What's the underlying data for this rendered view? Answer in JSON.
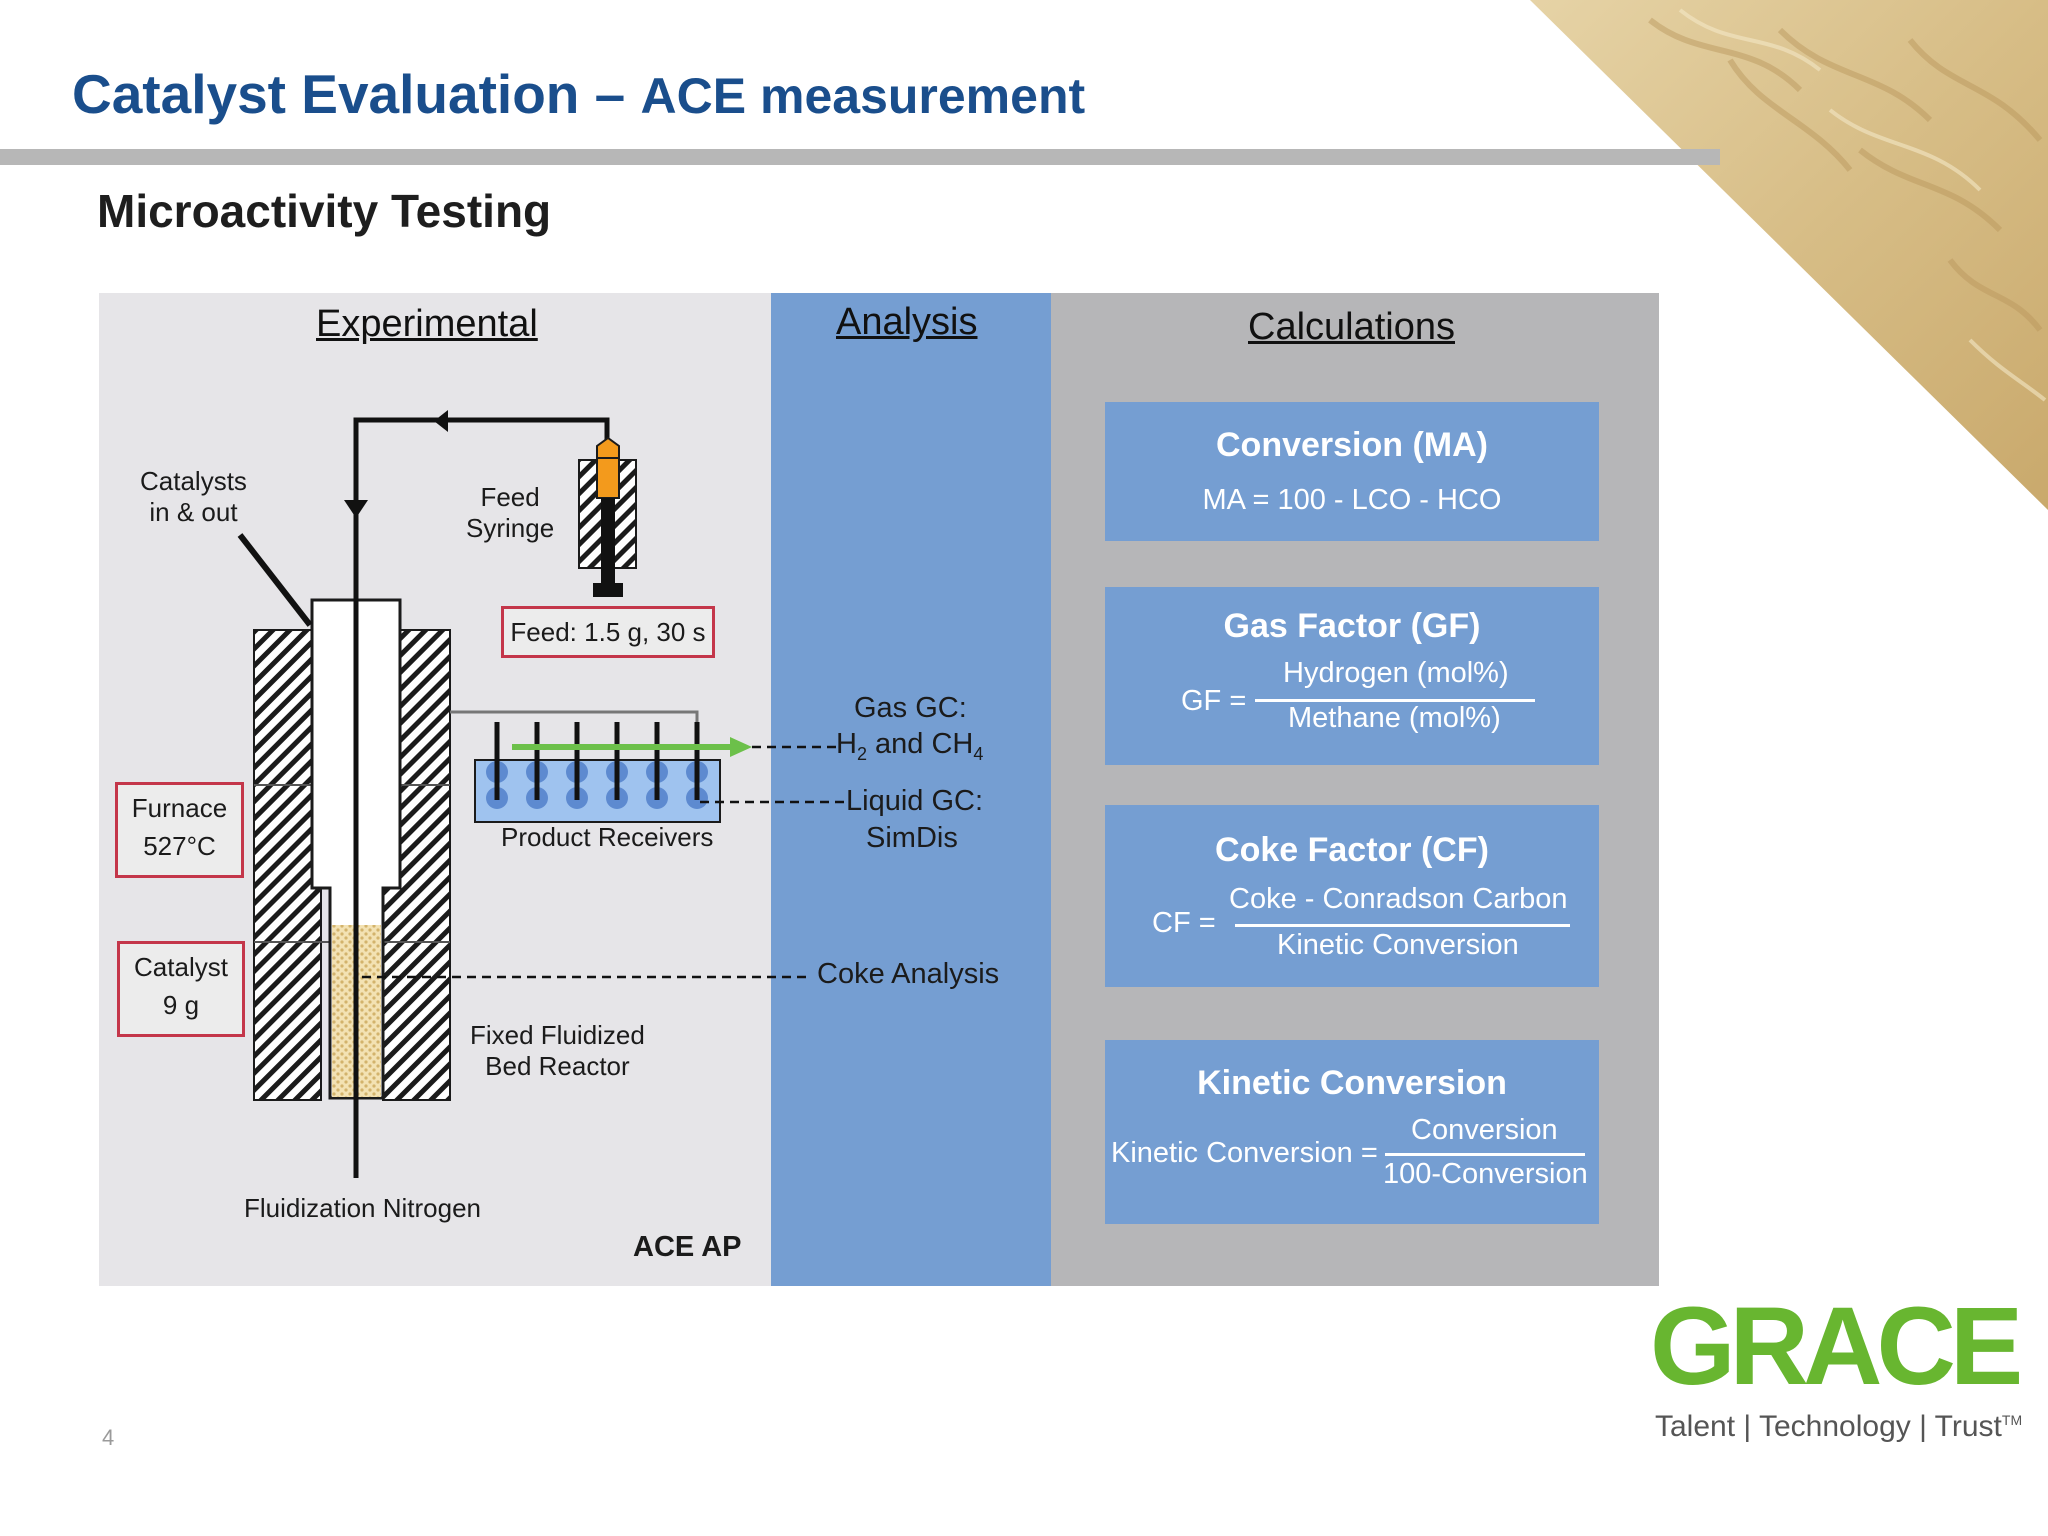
{
  "header": {
    "title_main": "Catalyst Evaluation – ",
    "title_sub": "ACE measurement",
    "subtitle": "Microactivity Testing"
  },
  "columns": {
    "experimental": "Experimental",
    "analysis": "Analysis",
    "calculations": "Calculations"
  },
  "experimental": {
    "catalysts_line1": "Catalysts",
    "catalysts_line2": "in & out",
    "feed_line1": "Feed",
    "feed_line2": "Syringe",
    "feed_box": "Feed: 1.5 g, 30 s",
    "furnace_line1": "Furnace",
    "furnace_line2": "527°C",
    "catalyst_line1": "Catalyst",
    "catalyst_line2": "9 g",
    "product_receivers": "Product Receivers",
    "reactor_line1": "Fixed Fluidized",
    "reactor_line2": "Bed Reactor",
    "nitrogen": "Fluidization Nitrogen",
    "ace_ap": "ACE AP"
  },
  "analysis": {
    "gas_gc": "Gas GC:",
    "gas_h": "H",
    "gas_h_sub": "2",
    "gas_and": " and CH",
    "gas_ch_sub": "4",
    "liquid_gc": "Liquid GC:",
    "simdis": "SimDis",
    "coke": "Coke Analysis"
  },
  "calculations": {
    "conversion_title": "Conversion (MA)",
    "conversion_formula": "MA = 100 - LCO - HCO",
    "gas_title": "Gas Factor (GF)",
    "gas_lhs": "GF =",
    "gas_num": "Hydrogen (mol%)",
    "gas_den": "Methane (mol%)",
    "coke_title": "Coke Factor (CF)",
    "coke_lhs": "CF =",
    "coke_num": "Coke - Conradson Carbon",
    "coke_den": "Kinetic Conversion",
    "kinetic_title": "Kinetic Conversion",
    "kinetic_lhs": "Kinetic Conversion =",
    "kinetic_num": "Conversion",
    "kinetic_den": "100-Conversion"
  },
  "footer": {
    "page_number": "4",
    "logo": "GRACE",
    "tagline": "Talent | Technology | Trust",
    "tm": "TM"
  },
  "colors": {
    "title_blue": "#1a4e8c",
    "panel_blue": "#759ed2",
    "panel_grey": "#b6b6b8",
    "panel_light": "#e6e5e8",
    "grace_green": "#68b630",
    "box_red": "#c4364a",
    "syringe_orange": "#f39a1c",
    "nitrogen_green": "#6cc04a"
  }
}
